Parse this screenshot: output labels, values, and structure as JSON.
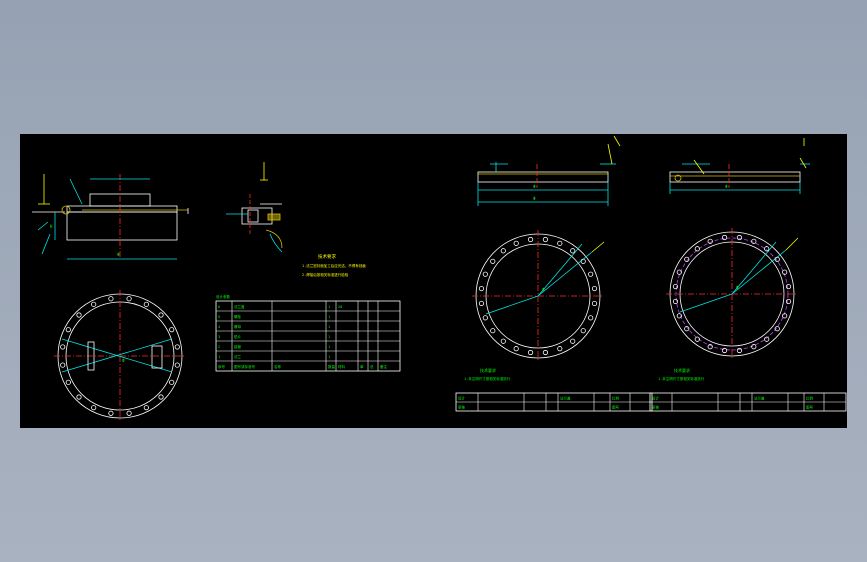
{
  "drawing": {
    "background": "#000000",
    "colors": {
      "line": "#ffffff",
      "center": "#ff2a2a",
      "dim": "#00e5e5",
      "text": "#00ff00",
      "note": "#ffff00",
      "frame": "#ffffff",
      "purple": "#c040ff",
      "gold": "#d8c000"
    }
  },
  "views": {
    "flange_side_dims": {
      "width": "Ф",
      "height": "H"
    },
    "bolt_circle_label": "Ф",
    "blind_top_dim": "Ф",
    "blind_bottom_dim": "Ф"
  },
  "tech_notes": {
    "title": "技术要求",
    "line1": "1.法兰密封面加工后应光洁，不得有划痕",
    "line2": "2.焊接后按相关标准进行检验"
  },
  "bom": {
    "caption": "设计参数",
    "rows": [
      [
        "6",
        "法兰盖",
        "",
        "1",
        "20",
        "",
        "",
        ""
      ],
      [
        "5",
        "螺栓",
        "",
        "1",
        "",
        "",
        "",
        ""
      ],
      [
        "4",
        "螺母",
        "",
        "1",
        "",
        "",
        "",
        ""
      ],
      [
        "3",
        "垫片",
        "",
        "1",
        "",
        "",
        "",
        ""
      ],
      [
        "2",
        "接管",
        "",
        "1",
        "",
        "",
        "",
        ""
      ],
      [
        "1",
        "法兰",
        "",
        "1",
        "",
        "",
        "",
        ""
      ]
    ],
    "header": [
      "序号",
      "图号或标准号",
      "名称",
      "数量",
      "材料",
      "单",
      "总",
      "备注"
    ]
  },
  "sheet2": {
    "note_title": "技术要求",
    "note_line": "1.未注明尺寸按相关标准执行",
    "title_row1": [
      "设计",
      "",
      "",
      "",
      "法兰盖",
      "",
      "比例",
      ""
    ],
    "title_row2": [
      "审核",
      "",
      "",
      "",
      "",
      "",
      "图号",
      ""
    ]
  },
  "sheet3": {
    "note_title": "技术要求",
    "note_line": "1.未注明尺寸按相关标准执行",
    "title_row1": [
      "设计",
      "",
      "",
      "",
      "法兰盖",
      "",
      "比例",
      ""
    ],
    "title_row2": [
      "审核",
      "",
      "",
      "",
      "",
      "",
      "图号",
      ""
    ]
  }
}
